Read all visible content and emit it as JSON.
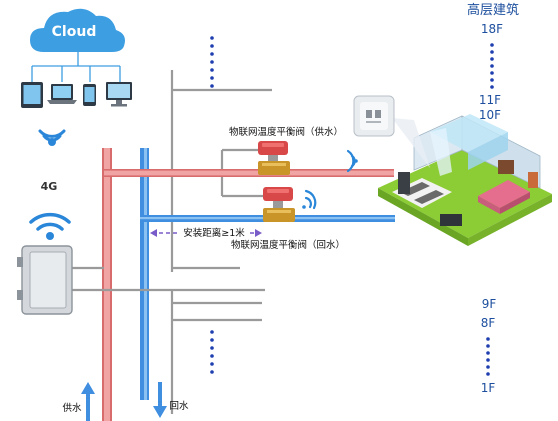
{
  "cloud": {
    "label": "Cloud"
  },
  "network": {
    "cellular_label": "4G"
  },
  "building": {
    "title": "高层建筑",
    "floors_upper": [
      "18F",
      "11F",
      "10F"
    ],
    "floors_lower": [
      "9F",
      "8F",
      "1F"
    ]
  },
  "valves": {
    "supply_label": "物联网温度平衡阀（供水）",
    "return_label": "物联网温度平衡阀（回水）"
  },
  "distance_label": "安装距离≥1米",
  "legend": {
    "supply_label": "供水",
    "return_label": "回水"
  },
  "colors": {
    "supply": "#f0a4a4",
    "supply_edge": "#d86c6c",
    "return": "#3f8ee0",
    "return_light": "#8cc2f2",
    "cloud": "#3d9ee2",
    "wireless": "#2a86d8",
    "riser": "#999999",
    "dots": "#1f3fb0",
    "valve_body": "#d94848",
    "valve_brass": "#c99428",
    "floor_green": "#8ccc34",
    "floor_text": "#1d4f9e"
  },
  "icons": [
    "cloud-icon",
    "tablet-icon",
    "laptop-icon",
    "phone-icon",
    "desktop-icon",
    "wifi-icon",
    "router-icon",
    "gateway-box-icon",
    "thermostat-icon",
    "arrow-up-icon",
    "arrow-down-icon"
  ]
}
